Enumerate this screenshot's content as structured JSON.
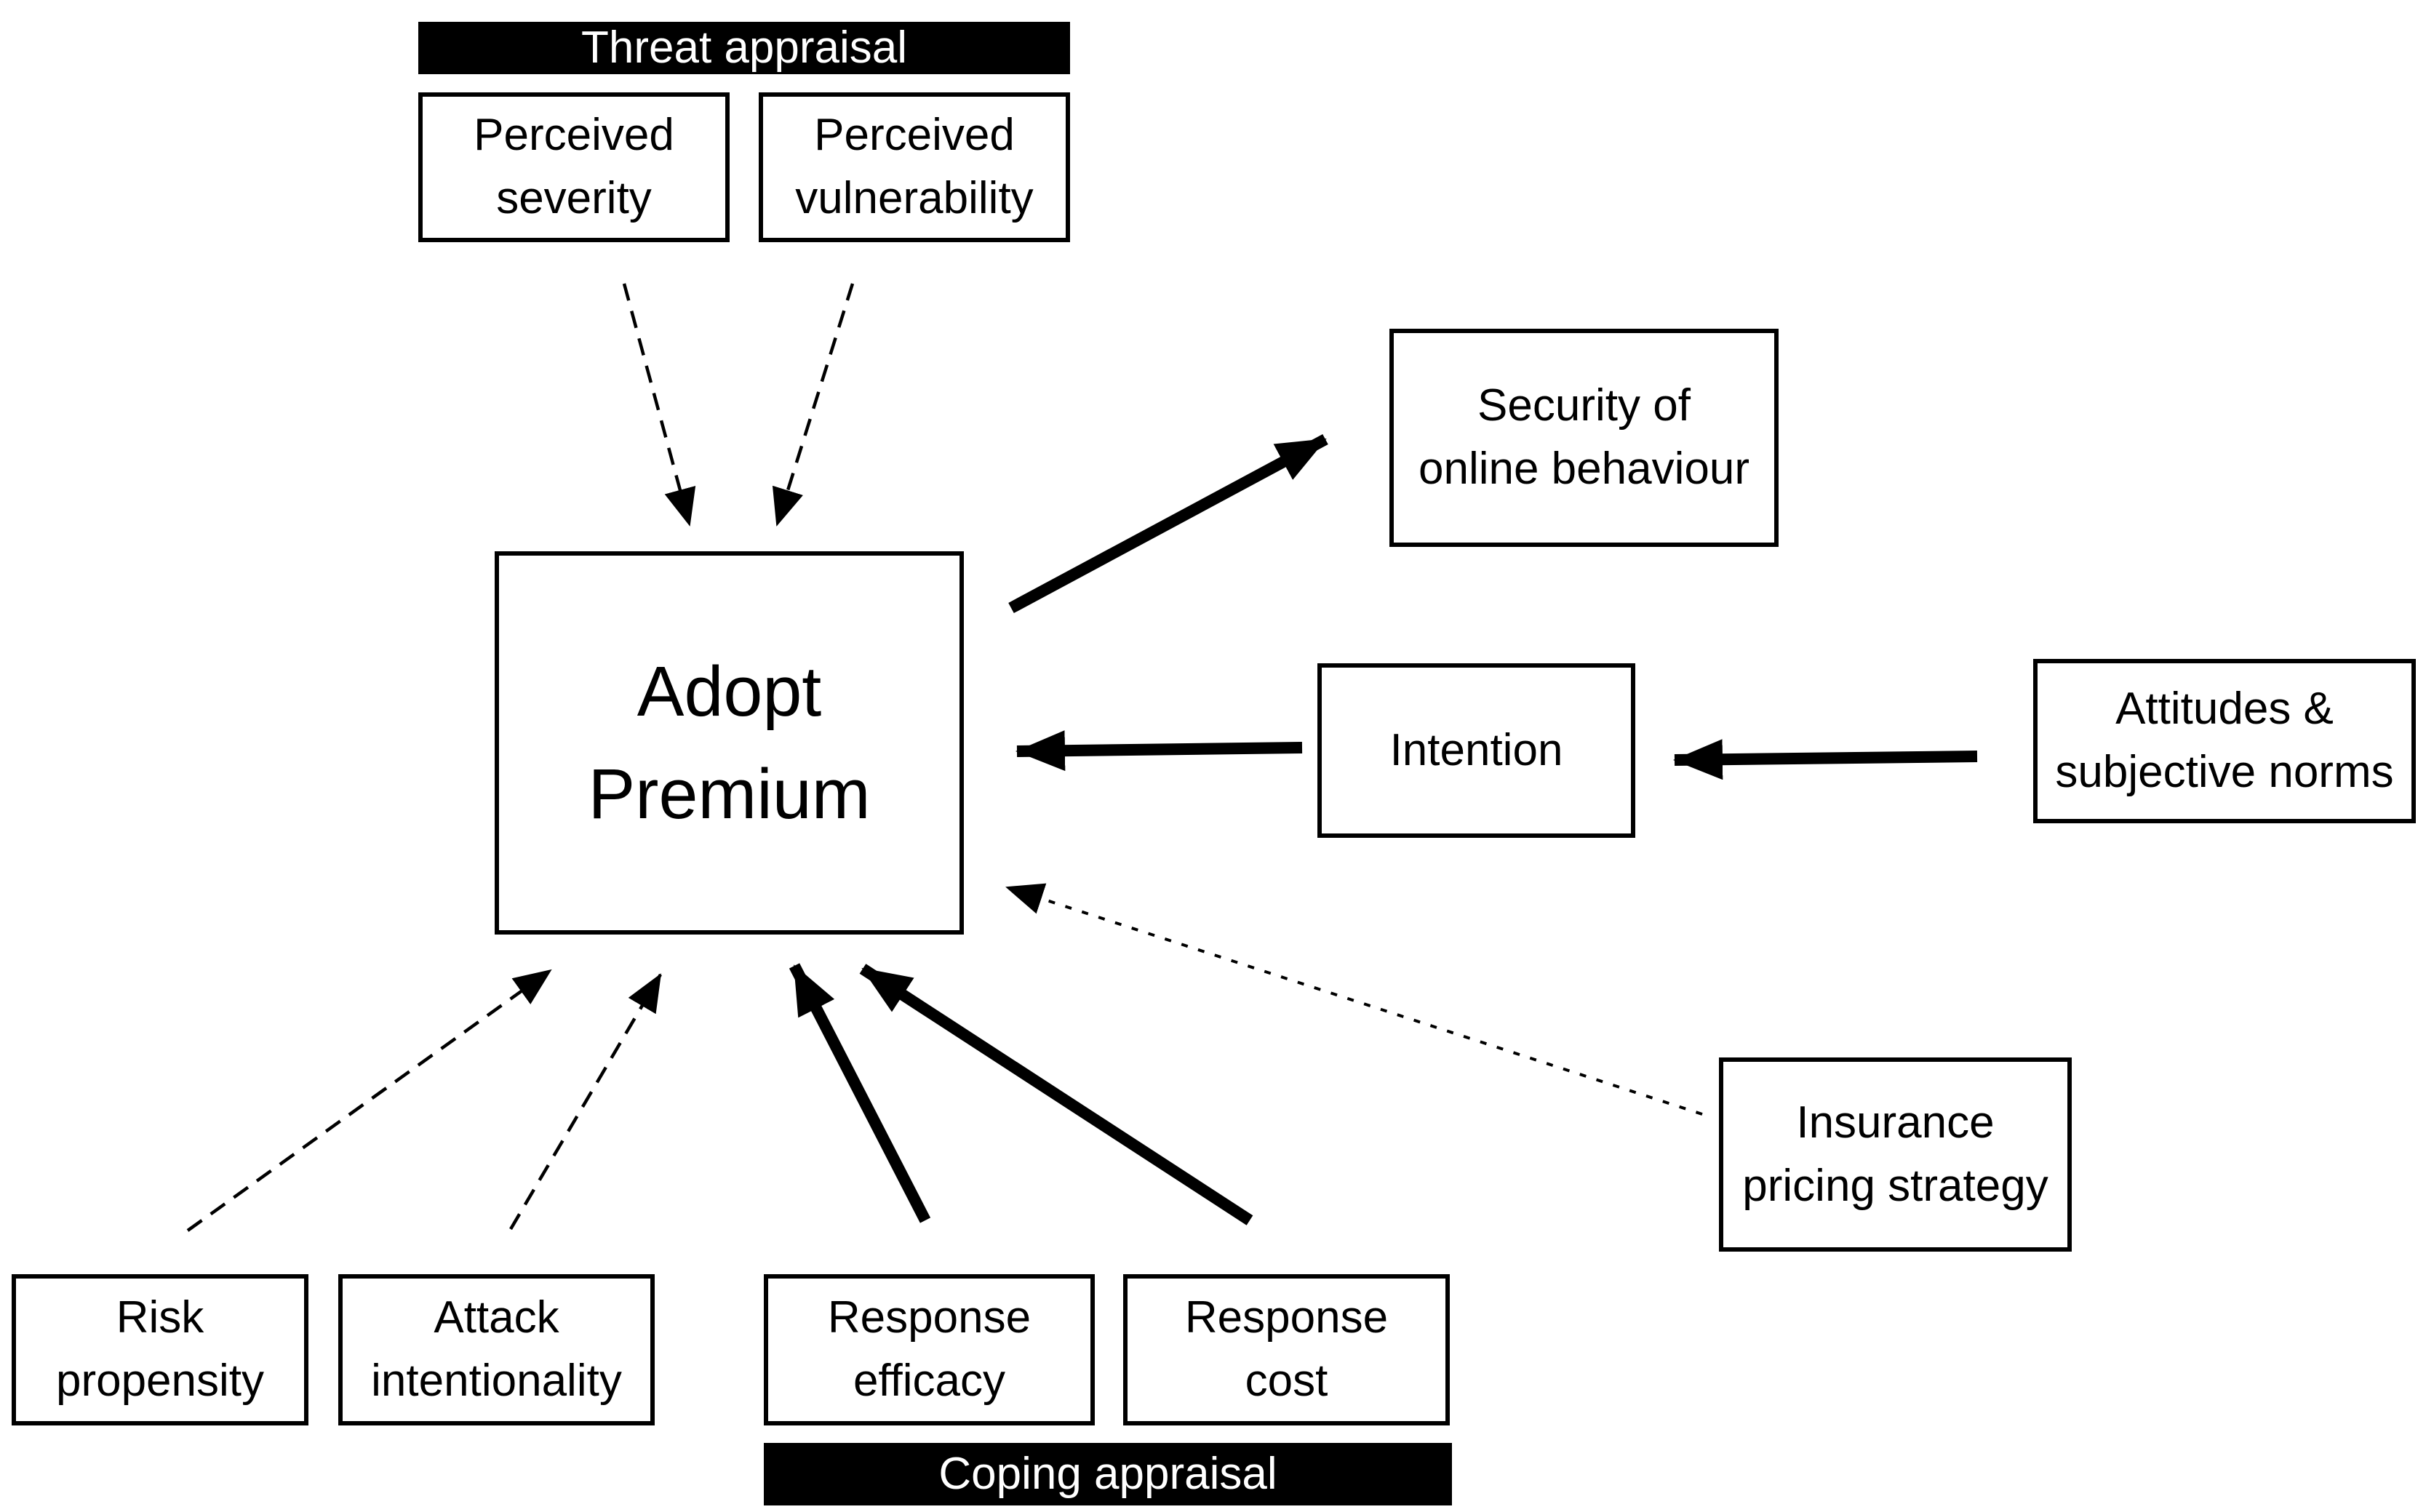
{
  "diagram": {
    "description": "Protection-motivation / theory-of-planned-behaviour style model of cyber insurance premium adoption",
    "colors": {
      "background": "#ffffff",
      "line": "#000000",
      "bar_background": "#000000",
      "bar_text": "#ffffff",
      "node_background": "#ffffff",
      "node_border": "#000000",
      "node_text": "#000000"
    },
    "bars": {
      "threat_appraisal": {
        "label": "Threat appraisal"
      },
      "coping_appraisal": {
        "label": "Coping appraisal"
      }
    },
    "nodes": {
      "perceived_severity": {
        "label": "Perceived\nseverity"
      },
      "perceived_vulnerability": {
        "label": "Perceived\nvulnerability"
      },
      "adopt_premium": {
        "label": "Adopt\nPremium"
      },
      "security_of_online_behaviour": {
        "label": "Security of\nonline behaviour"
      },
      "intention": {
        "label": "Intention"
      },
      "attitudes_subjective_norms": {
        "label": "Attitudes &\nsubjective norms"
      },
      "insurance_pricing_strategy": {
        "label": "Insurance\npricing strategy"
      },
      "risk_propensity": {
        "label": "Risk\npropensity"
      },
      "attack_intentionality": {
        "label": "Attack\nintentionality"
      },
      "response_efficacy": {
        "label": "Response\nefficacy"
      },
      "response_cost": {
        "label": "Response\ncost"
      }
    },
    "edges": [
      {
        "from": "perceived_severity",
        "to": "adopt_premium",
        "style": "dashed"
      },
      {
        "from": "perceived_vulnerability",
        "to": "adopt_premium",
        "style": "dashed"
      },
      {
        "from": "adopt_premium",
        "to": "security_of_online_behaviour",
        "style": "solid-thick"
      },
      {
        "from": "intention",
        "to": "adopt_premium",
        "style": "solid-thick"
      },
      {
        "from": "attitudes_subjective_norms",
        "to": "intention",
        "style": "solid-thick"
      },
      {
        "from": "insurance_pricing_strategy",
        "to": "adopt_premium",
        "style": "dotted"
      },
      {
        "from": "risk_propensity",
        "to": "adopt_premium",
        "style": "dashed"
      },
      {
        "from": "attack_intentionality",
        "to": "adopt_premium",
        "style": "dashed"
      },
      {
        "from": "response_efficacy",
        "to": "adopt_premium",
        "style": "solid-thick"
      },
      {
        "from": "response_cost",
        "to": "adopt_premium",
        "style": "solid-thick"
      }
    ]
  }
}
